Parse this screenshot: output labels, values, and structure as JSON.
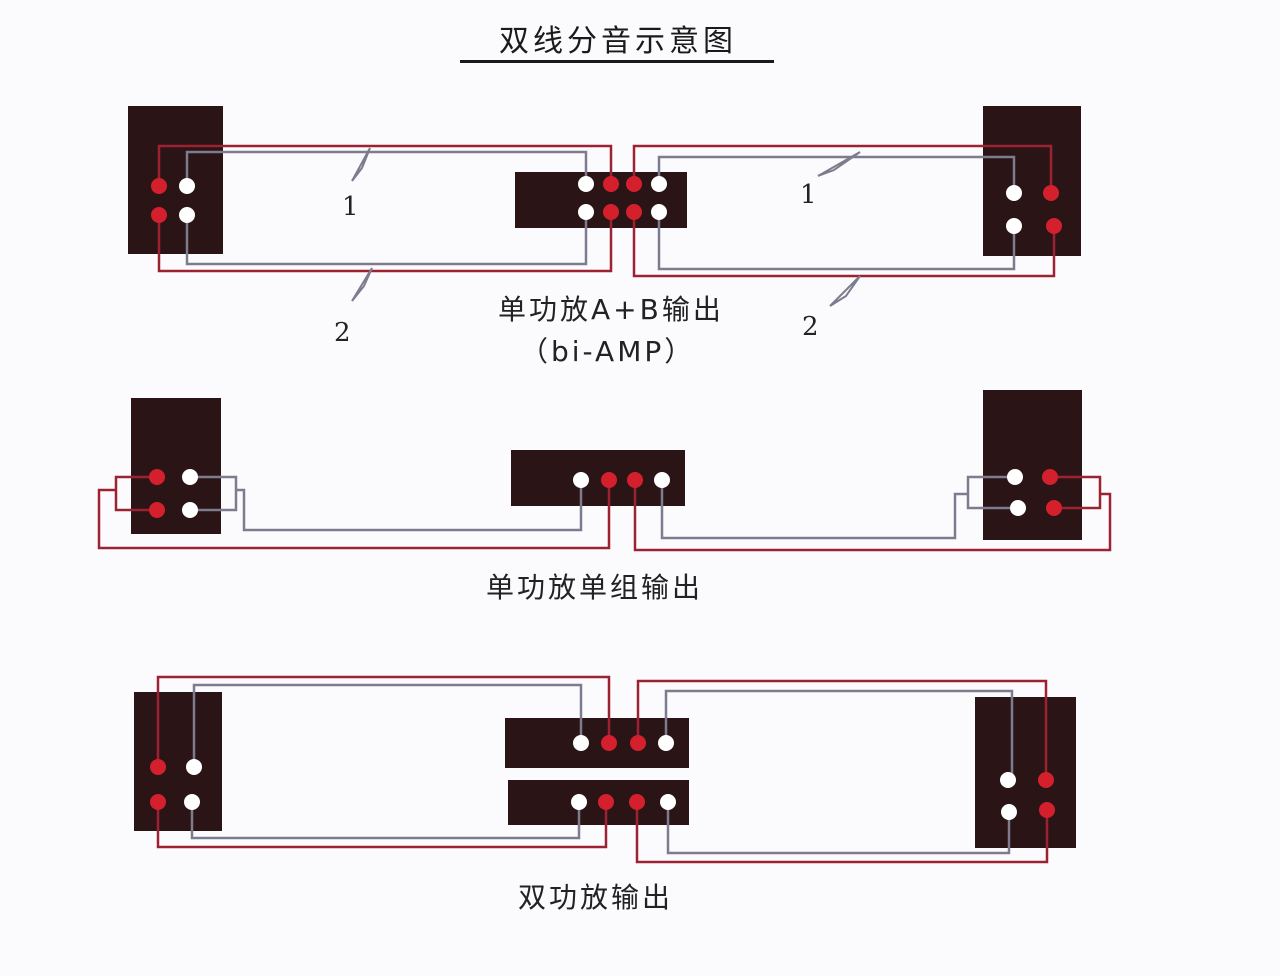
{
  "title": "双线分音示意图",
  "sections": {
    "biamp": {
      "caption_line1": "单功放A+B输出",
      "caption_line2": "（bi-AMP）",
      "labels": [
        "1",
        "2",
        "1",
        "2"
      ]
    },
    "single": {
      "caption": "单功放单组输出"
    },
    "dual": {
      "caption": "双功放输出"
    }
  },
  "colors": {
    "box": "#2a1416",
    "red_wire": "#9c2232",
    "gray_wire": "#7c7c8e",
    "red_terminal": "#d4202c",
    "white_terminal": "#ffffff"
  }
}
